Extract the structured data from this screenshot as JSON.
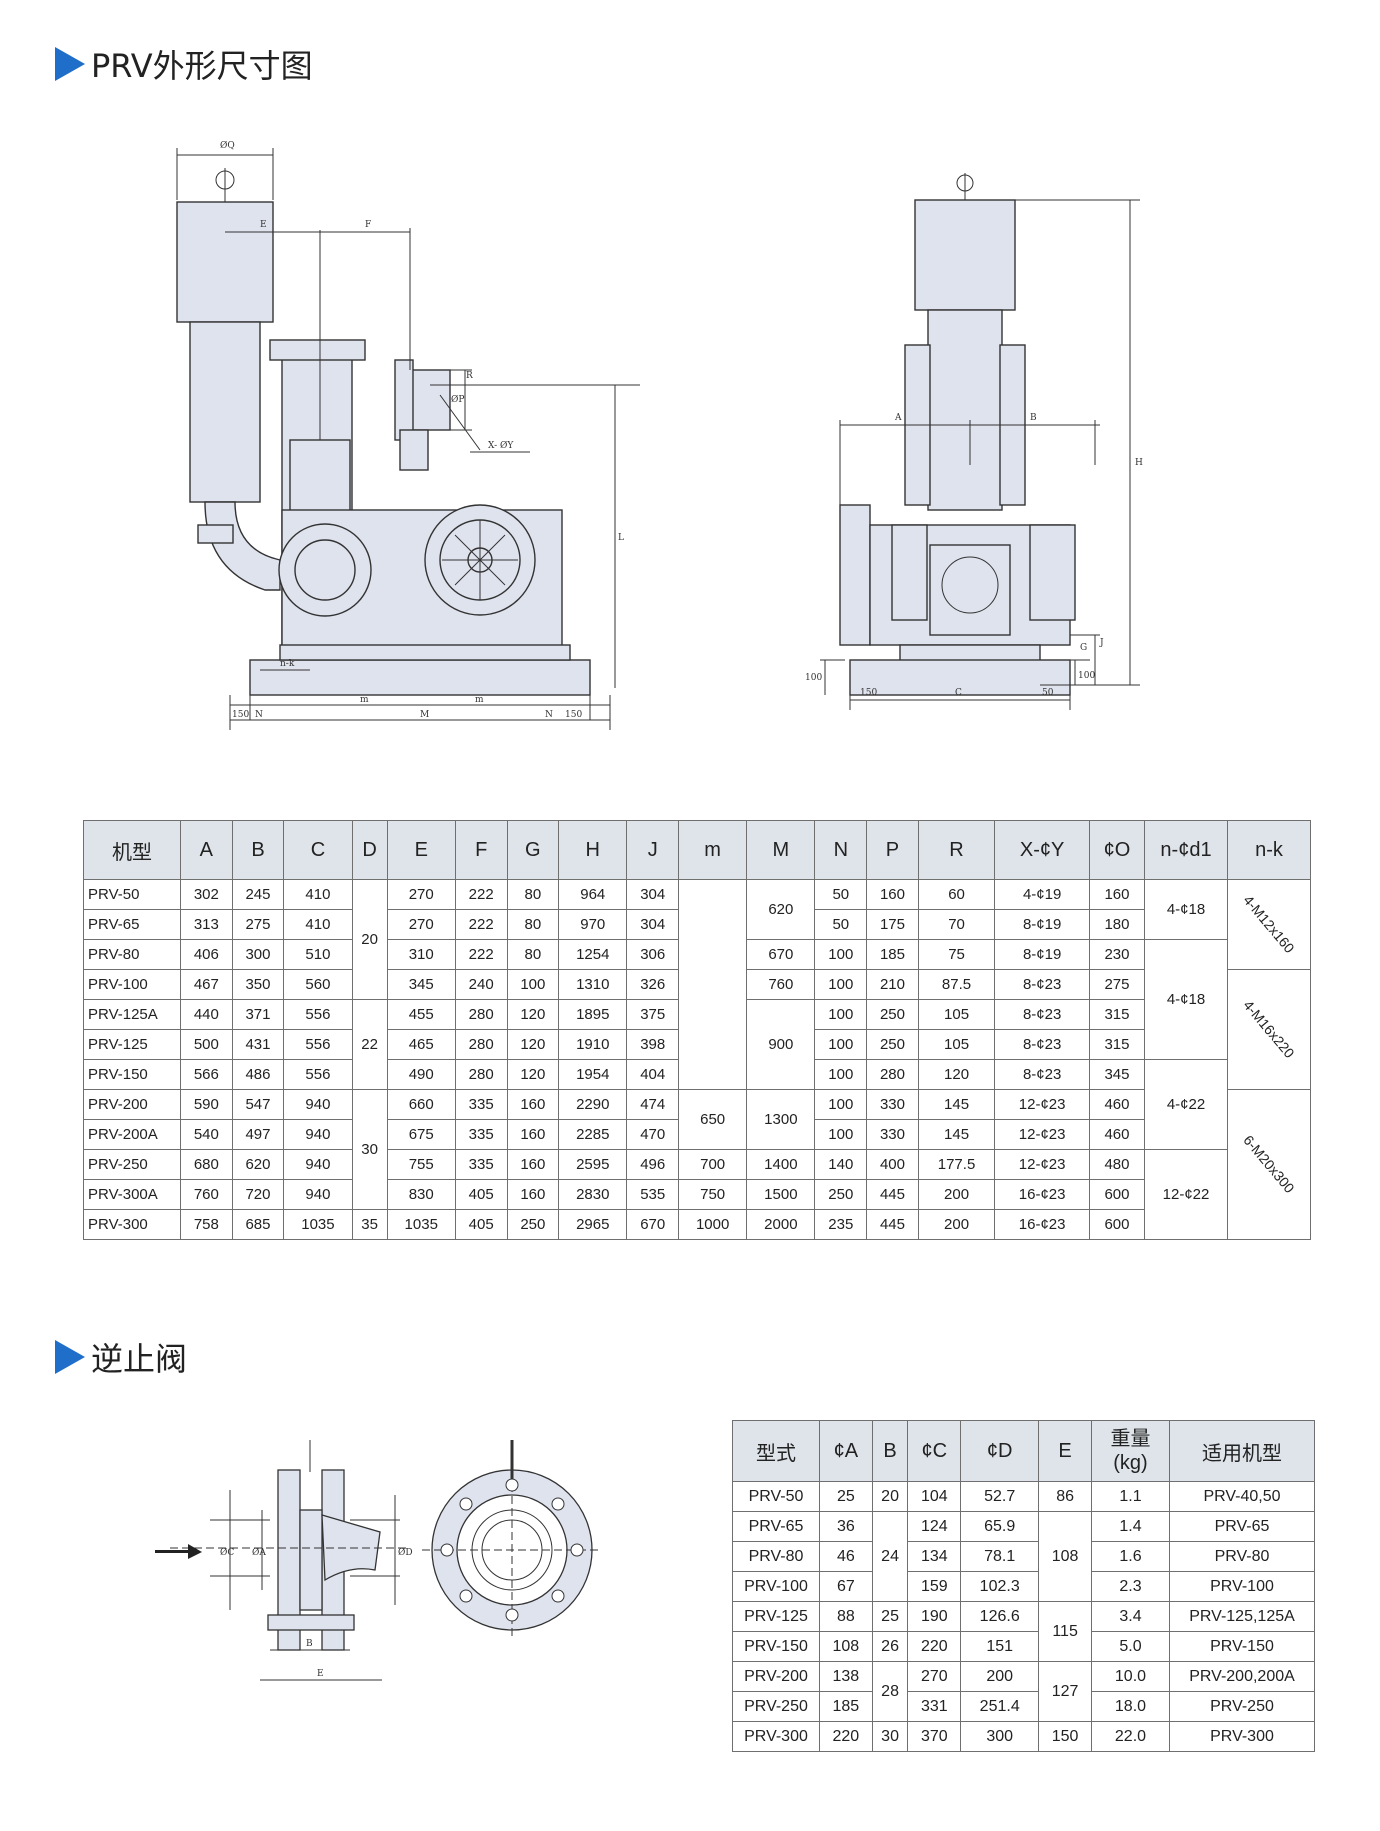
{
  "section1": {
    "title": "PRV外形尺寸图"
  },
  "section2": {
    "title": "逆止阀"
  },
  "drawing_labels": {
    "phiQ": "ØQ",
    "E": "E",
    "F": "F",
    "R": "R",
    "phiP": "ØP",
    "xy": "X- ØY",
    "L": "L",
    "nk": "n-k",
    "d150a": "150",
    "N": "N",
    "m": "m",
    "M": "M",
    "d150b": "150",
    "A": "A",
    "B": "B",
    "H": "H",
    "G": "G",
    "J": "J",
    "d100a": "100",
    "d100b": "100",
    "C": "C",
    "d50": "50",
    "vC": "ØC",
    "vA": "ØA",
    "vD": "ØD",
    "vB": "B",
    "vE": "E"
  },
  "dimensions_table": {
    "headers": [
      "机型",
      "A",
      "B",
      "C",
      "D",
      "E",
      "F",
      "G",
      "H",
      "J",
      "m",
      "M",
      "N",
      "P",
      "R",
      "X-¢Y",
      "¢O",
      "n-¢d1",
      "n-k"
    ],
    "rows": [
      {
        "model": "PRV-50",
        "A": "302",
        "B": "245",
        "C": "410",
        "E": "270",
        "F": "222",
        "G": "80",
        "H": "964",
        "J": "304",
        "N": "50",
        "P": "160",
        "R": "60",
        "XY": "4-¢19",
        "O": "160"
      },
      {
        "model": "PRV-65",
        "A": "313",
        "B": "275",
        "C": "410",
        "E": "270",
        "F": "222",
        "G": "80",
        "H": "970",
        "J": "304",
        "N": "50",
        "P": "175",
        "R": "70",
        "XY": "8-¢19",
        "O": "180"
      },
      {
        "model": "PRV-80",
        "A": "406",
        "B": "300",
        "C": "510",
        "E": "310",
        "F": "222",
        "G": "80",
        "H": "1254",
        "J": "306",
        "N": "100",
        "P": "185",
        "R": "75",
        "XY": "8-¢19",
        "O": "230"
      },
      {
        "model": "PRV-100",
        "A": "467",
        "B": "350",
        "C": "560",
        "E": "345",
        "F": "240",
        "G": "100",
        "H": "1310",
        "J": "326",
        "N": "100",
        "P": "210",
        "R": "87.5",
        "XY": "8-¢23",
        "O": "275"
      },
      {
        "model": "PRV-125A",
        "A": "440",
        "B": "371",
        "C": "556",
        "E": "455",
        "F": "280",
        "G": "120",
        "H": "1895",
        "J": "375",
        "N": "100",
        "P": "250",
        "R": "105",
        "XY": "8-¢23",
        "O": "315"
      },
      {
        "model": "PRV-125",
        "A": "500",
        "B": "431",
        "C": "556",
        "E": "465",
        "F": "280",
        "G": "120",
        "H": "1910",
        "J": "398",
        "N": "100",
        "P": "250",
        "R": "105",
        "XY": "8-¢23",
        "O": "315"
      },
      {
        "model": "PRV-150",
        "A": "566",
        "B": "486",
        "C": "556",
        "E": "490",
        "F": "280",
        "G": "120",
        "H": "1954",
        "J": "404",
        "N": "100",
        "P": "280",
        "R": "120",
        "XY": "8-¢23",
        "O": "345"
      },
      {
        "model": "PRV-200",
        "A": "590",
        "B": "547",
        "C": "940",
        "E": "660",
        "F": "335",
        "G": "160",
        "H": "2290",
        "J": "474",
        "N": "100",
        "P": "330",
        "R": "145",
        "XY": "12-¢23",
        "O": "460"
      },
      {
        "model": "PRV-200A",
        "A": "540",
        "B": "497",
        "C": "940",
        "E": "675",
        "F": "335",
        "G": "160",
        "H": "2285",
        "J": "470",
        "N": "100",
        "P": "330",
        "R": "145",
        "XY": "12-¢23",
        "O": "460"
      },
      {
        "model": "PRV-250",
        "A": "680",
        "B": "620",
        "C": "940",
        "E": "755",
        "F": "335",
        "G": "160",
        "H": "2595",
        "J": "496",
        "N": "140",
        "P": "400",
        "R": "177.5",
        "XY": "12-¢23",
        "O": "480"
      },
      {
        "model": "PRV-300A",
        "A": "760",
        "B": "720",
        "C": "940",
        "E": "830",
        "F": "405",
        "G": "160",
        "H": "2830",
        "J": "535",
        "N": "250",
        "P": "445",
        "R": "200",
        "XY": "16-¢23",
        "O": "600"
      },
      {
        "model": "PRV-300",
        "A": "758",
        "B": "685",
        "C": "1035",
        "E": "1035",
        "F": "405",
        "G": "250",
        "H": "2965",
        "J": "670",
        "N": "235",
        "P": "445",
        "R": "200",
        "XY": "16-¢23",
        "O": "600"
      }
    ],
    "merged": {
      "D": [
        "20",
        "22",
        "30",
        "35"
      ],
      "m": [
        "650",
        "700",
        "750",
        "1000"
      ],
      "M": [
        "620",
        "670",
        "760",
        "900",
        "1300",
        "1400",
        "1500",
        "2000"
      ],
      "nd1": [
        "4-¢18",
        "4-¢18",
        "4-¢22",
        "12-¢22"
      ],
      "nk": [
        "4-M12x160",
        "4-M16x220",
        "6-M20x300"
      ]
    }
  },
  "valve_table": {
    "headers": [
      "型式",
      "¢A",
      "B",
      "¢C",
      "¢D",
      "E",
      "重量\n(kg)",
      "适用机型"
    ],
    "rows": [
      {
        "model": "PRV-50",
        "A": "25",
        "C": "104",
        "D": "52.7",
        "W": "1.1",
        "fit": "PRV-40,50"
      },
      {
        "model": "PRV-65",
        "A": "36",
        "C": "124",
        "D": "65.9",
        "W": "1.4",
        "fit": "PRV-65"
      },
      {
        "model": "PRV-80",
        "A": "46",
        "C": "134",
        "D": "78.1",
        "W": "1.6",
        "fit": "PRV-80"
      },
      {
        "model": "PRV-100",
        "A": "67",
        "C": "159",
        "D": "102.3",
        "W": "2.3",
        "fit": "PRV-100"
      },
      {
        "model": "PRV-125",
        "A": "88",
        "C": "190",
        "D": "126.6",
        "W": "3.4",
        "fit": "PRV-125,125A"
      },
      {
        "model": "PRV-150",
        "A": "108",
        "C": "220",
        "D": "151",
        "W": "5.0",
        "fit": "PRV-150"
      },
      {
        "model": "PRV-200",
        "A": "138",
        "C": "270",
        "D": "200",
        "W": "10.0",
        "fit": "PRV-200,200A"
      },
      {
        "model": "PRV-250",
        "A": "185",
        "C": "331",
        "D": "251.4",
        "W": "18.0",
        "fit": "PRV-250"
      },
      {
        "model": "PRV-300",
        "A": "220",
        "C": "370",
        "D": "300",
        "W": "22.0",
        "fit": "PRV-300"
      }
    ],
    "merged": {
      "B": [
        "20",
        "24",
        "25",
        "26",
        "28",
        "30"
      ],
      "E": [
        "86",
        "108",
        "115",
        "127",
        "150"
      ]
    }
  },
  "colors": {
    "accent": "#1f6ec9",
    "machine_fill": "#dfe3ee",
    "line": "#333333"
  }
}
